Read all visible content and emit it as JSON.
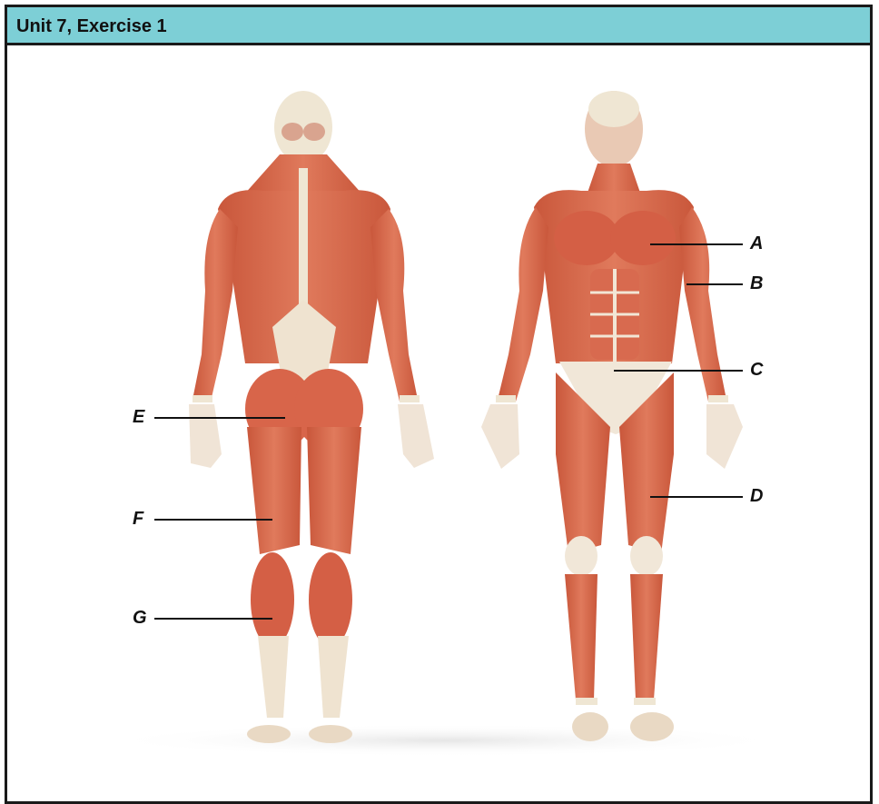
{
  "header": {
    "title": "Unit 7, Exercise  1"
  },
  "labels": {
    "a": "A",
    "b": "B",
    "c": "C",
    "d": "D",
    "e": "E",
    "f": "F",
    "g": "G"
  },
  "colors": {
    "header_bg": "#7dcfd6",
    "muscle": "#d9674a",
    "muscle_dark": "#b5482f",
    "tendon": "#f3ede3",
    "border": "#1a1a1a"
  }
}
